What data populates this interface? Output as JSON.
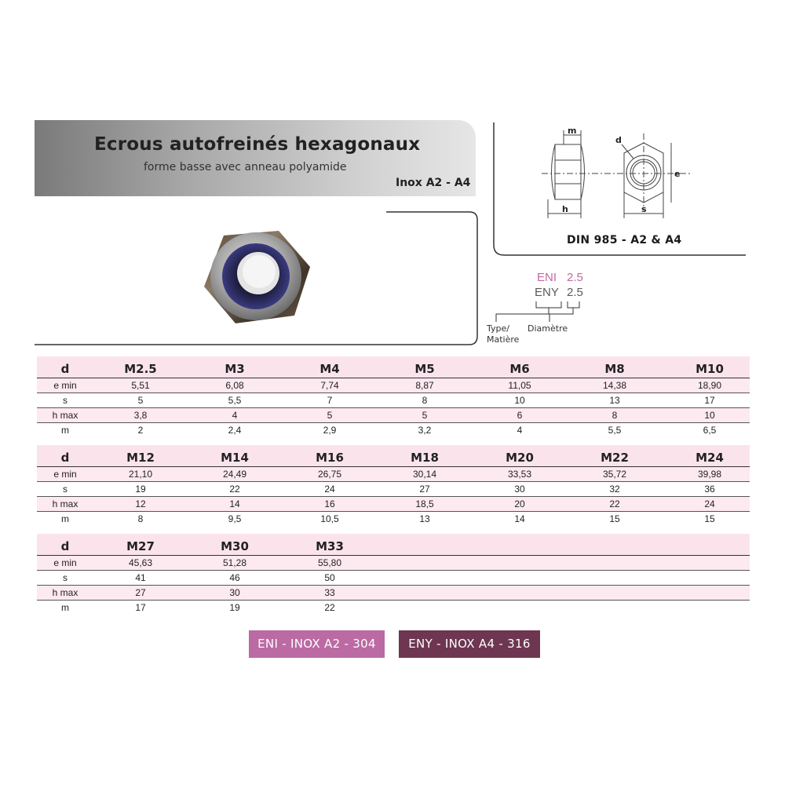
{
  "header": {
    "title": "Ecrous autofreinés hexagonaux",
    "subtitle": "forme basse avec anneau polyamide",
    "grade": "Inox A2 - A4"
  },
  "diagram": {
    "standard": "DIN 985 - A2 & A4",
    "dimension_labels": [
      "m",
      "d",
      "e",
      "h",
      "s"
    ]
  },
  "reference": {
    "codes": [
      {
        "type": "ENI",
        "size": "2.5",
        "color": "#c06aa2"
      },
      {
        "type": "ENY",
        "size": "2.5",
        "color": "#5a5a5a"
      }
    ],
    "type_label_line1": "Type/",
    "type_label_line2": "Matière",
    "diameter_label": "Diamètre"
  },
  "tables": [
    {
      "header": {
        "label": "d",
        "values": [
          "M2.5",
          "M3",
          "M4",
          "M5",
          "M6",
          "M8",
          "M10"
        ]
      },
      "rows": [
        {
          "label": "e min",
          "values": [
            "5,51",
            "6,08",
            "7,74",
            "8,87",
            "11,05",
            "14,38",
            "18,90"
          ]
        },
        {
          "label": "s",
          "values": [
            "5",
            "5,5",
            "7",
            "8",
            "10",
            "13",
            "17"
          ]
        },
        {
          "label": "h max",
          "values": [
            "3,8",
            "4",
            "5",
            "5",
            "6",
            "8",
            "10"
          ]
        },
        {
          "label": "m",
          "values": [
            "2",
            "2,4",
            "2,9",
            "3,2",
            "4",
            "5,5",
            "6,5"
          ]
        }
      ]
    },
    {
      "header": {
        "label": "d",
        "values": [
          "M12",
          "M14",
          "M16",
          "M18",
          "M20",
          "M22",
          "M24"
        ]
      },
      "rows": [
        {
          "label": "e min",
          "values": [
            "21,10",
            "24,49",
            "26,75",
            "30,14",
            "33,53",
            "35,72",
            "39,98"
          ]
        },
        {
          "label": "s",
          "values": [
            "19",
            "22",
            "24",
            "27",
            "30",
            "32",
            "36"
          ]
        },
        {
          "label": "h max",
          "values": [
            "12",
            "14",
            "16",
            "18,5",
            "20",
            "22",
            "24"
          ]
        },
        {
          "label": "m",
          "values": [
            "8",
            "9,5",
            "10,5",
            "13",
            "14",
            "15",
            "15"
          ]
        }
      ]
    },
    {
      "header": {
        "label": "d",
        "values": [
          "M27",
          "M30",
          "M33"
        ]
      },
      "rows": [
        {
          "label": "e min",
          "values": [
            "45,63",
            "51,28",
            "55,80"
          ]
        },
        {
          "label": "s",
          "values": [
            "41",
            "46",
            "50"
          ]
        },
        {
          "label": "h max",
          "values": [
            "27",
            "30",
            "33"
          ]
        },
        {
          "label": "m",
          "values": [
            "17",
            "19",
            "22"
          ]
        }
      ]
    }
  ],
  "legend": {
    "a2": {
      "label": "ENI - INOX A2 - 304",
      "color": "#bb6aa4"
    },
    "a4": {
      "label": "ENY - INOX A4 - 316",
      "color": "#6e3650"
    }
  }
}
